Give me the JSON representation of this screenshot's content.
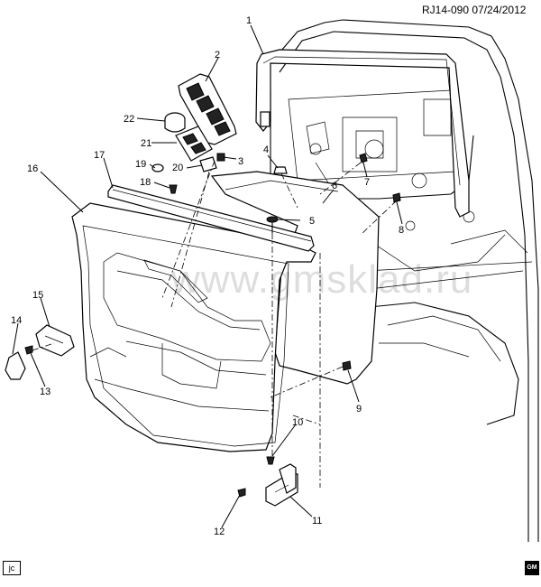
{
  "header": {
    "ref": "RJ14-090  07/24/2012"
  },
  "footer": {
    "code": "jc",
    "logo": "GM"
  },
  "watermark": "www.gmsklad.ru",
  "callouts": [
    "1",
    "2",
    "3",
    "4",
    "5",
    "6",
    "7",
    "8",
    "9",
    "10",
    "11",
    "12",
    "13",
    "14",
    "15",
    "16",
    "17",
    "18",
    "19",
    "20",
    "21",
    "22"
  ]
}
